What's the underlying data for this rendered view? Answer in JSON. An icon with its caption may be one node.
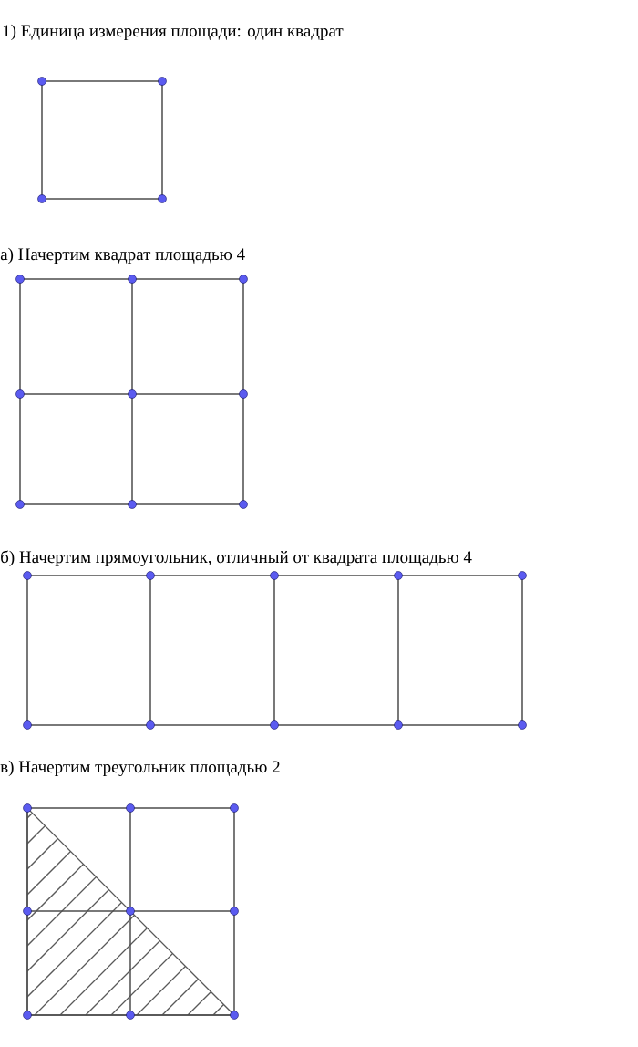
{
  "diagram": {
    "labels": [
      "1) Единица измерения площади: один квадрат",
      "а) Начертим квадрат площадью 4",
      "б) Начертим прямоугольник, отличный от квадрата площадью 4",
      "в) Начертим треугольник площадью 2"
    ]
  }
}
